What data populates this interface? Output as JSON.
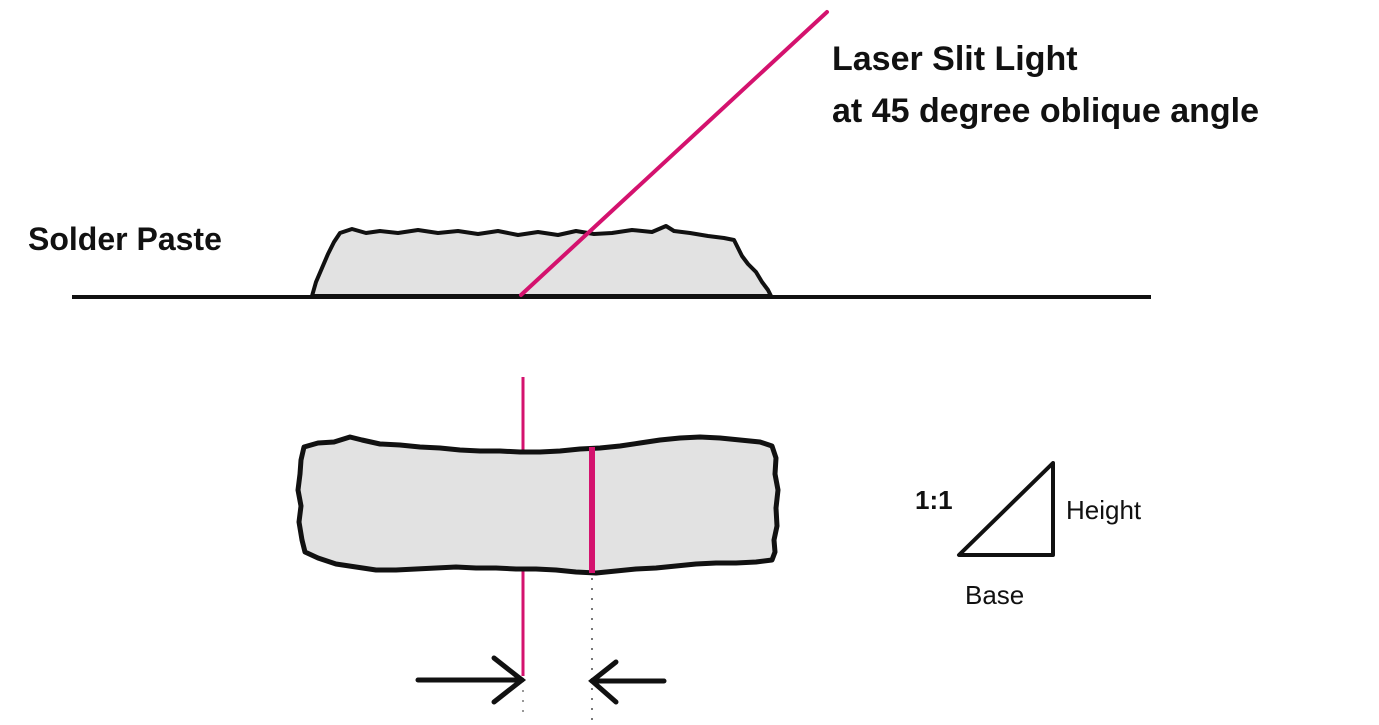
{
  "diagram": {
    "title_line1": "Laser Slit Light",
    "title_line2": "at 45 degree oblique angle",
    "paste_label": "Solder Paste",
    "ratio_label": "1:1",
    "height_label": "Height",
    "base_label": "Base"
  },
  "colors": {
    "laser": "#d4126e",
    "paste_fill": "#e2e2e2",
    "outline": "#111111",
    "background": "#ffffff"
  }
}
